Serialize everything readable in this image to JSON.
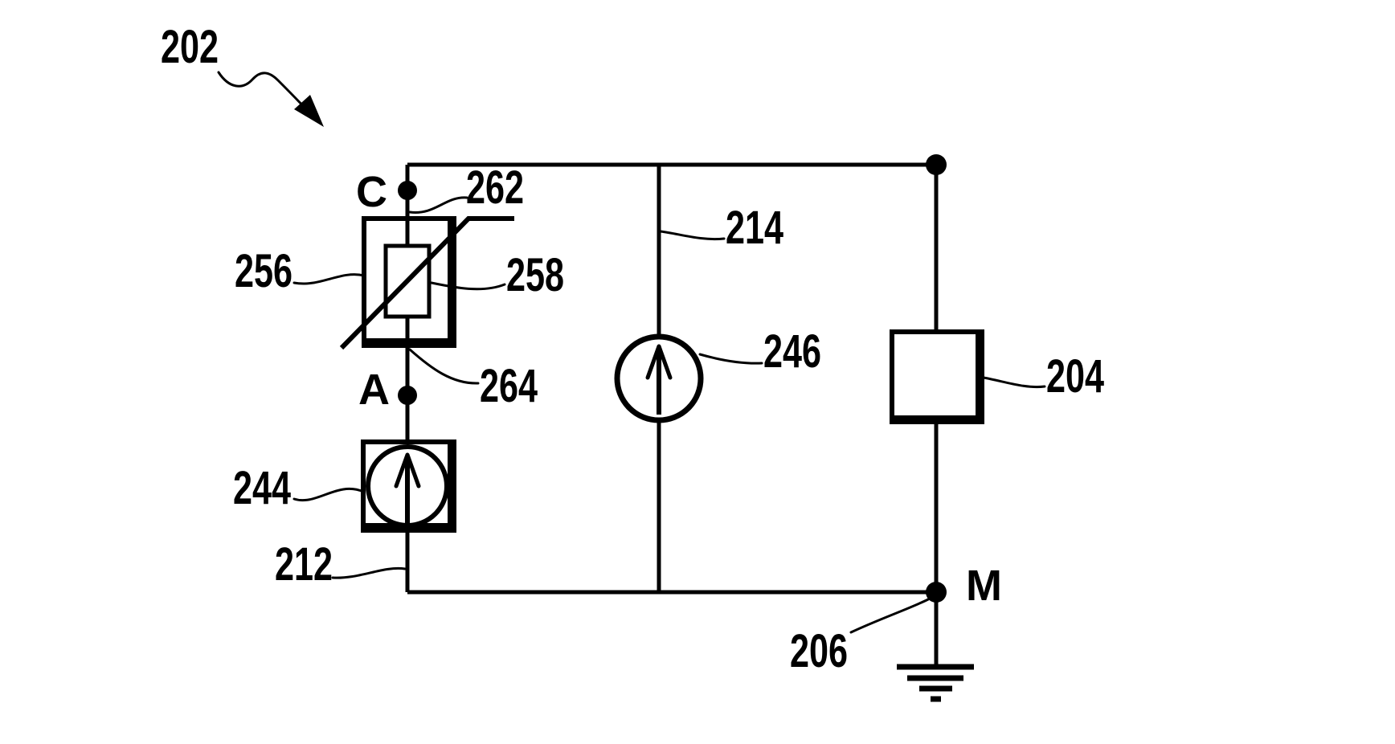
{
  "figure": {
    "type": "patent-circuit-schematic",
    "colors": {
      "background": "#ffffff",
      "ink": "#000000"
    },
    "labels": {
      "figure_ref": "202",
      "node_c": "C",
      "conductor_262": "262",
      "varistor_package": "256",
      "varistor_element": "258",
      "conductor_264": "264",
      "node_a": "A",
      "current_source_244": "244",
      "conductor_212": "212",
      "branch_214": "214",
      "current_source_246": "246",
      "component_204": "204",
      "node_m": "M",
      "ground_206": "206"
    }
  }
}
